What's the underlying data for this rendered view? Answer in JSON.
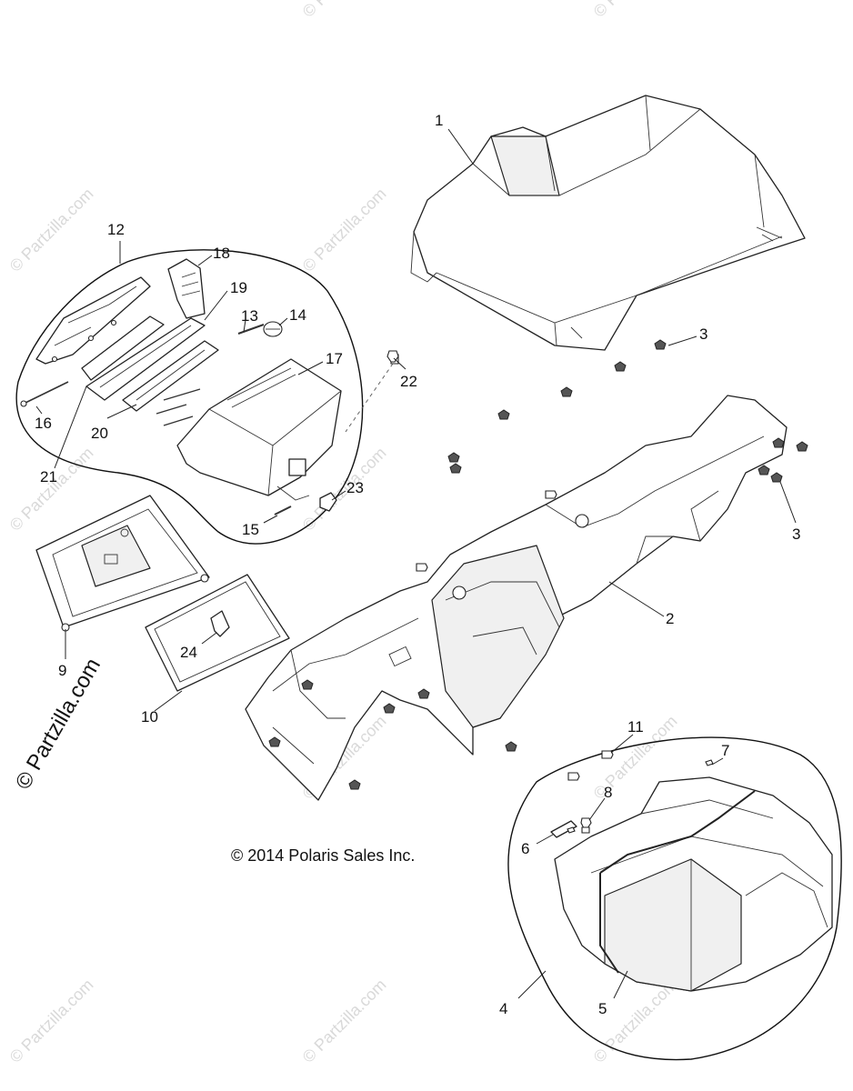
{
  "copyright": "© 2014 Polaris Sales Inc.",
  "watermark_text": "© Partzilla.com",
  "callouts": [
    "1",
    "2",
    "3",
    "3",
    "4",
    "5",
    "6",
    "7",
    "8",
    "9",
    "10",
    "11",
    "12",
    "13",
    "14",
    "15",
    "16",
    "17",
    "18",
    "19",
    "20",
    "21",
    "22",
    "23",
    "24"
  ]
}
